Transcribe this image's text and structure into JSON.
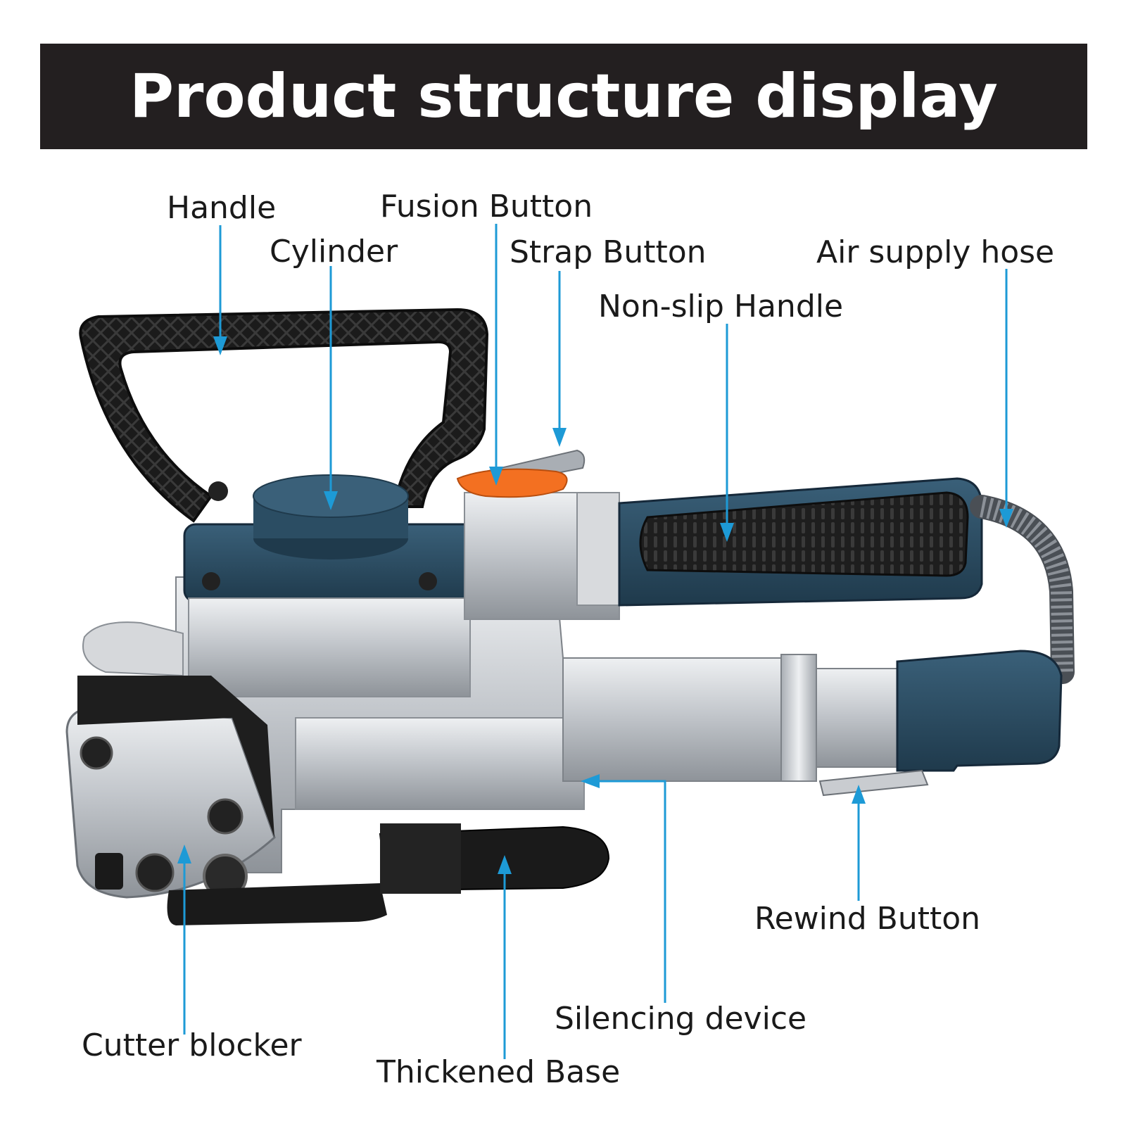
{
  "title": "Product structure display",
  "colors": {
    "title_bar": "#231f20",
    "leader_lines": "#1d9ad6",
    "tool_blue": "#2b4d63",
    "grip_black": "#1c1c1c",
    "trigger_orange": "#f37021",
    "metal": "#c9ccd0"
  },
  "labels": {
    "handle": "Handle",
    "cylinder": "Cylinder",
    "fusion_button": "Fusion Button",
    "strap_button": "Strap Button",
    "air_supply_hose": "Air supply hose",
    "non_slip_handle": "Non-slip Handle",
    "rewind_button": "Rewind Button",
    "silencing_device": "Silencing device",
    "cutter_blocker": "Cutter blocker",
    "thickened_base": "Thickened Base"
  }
}
